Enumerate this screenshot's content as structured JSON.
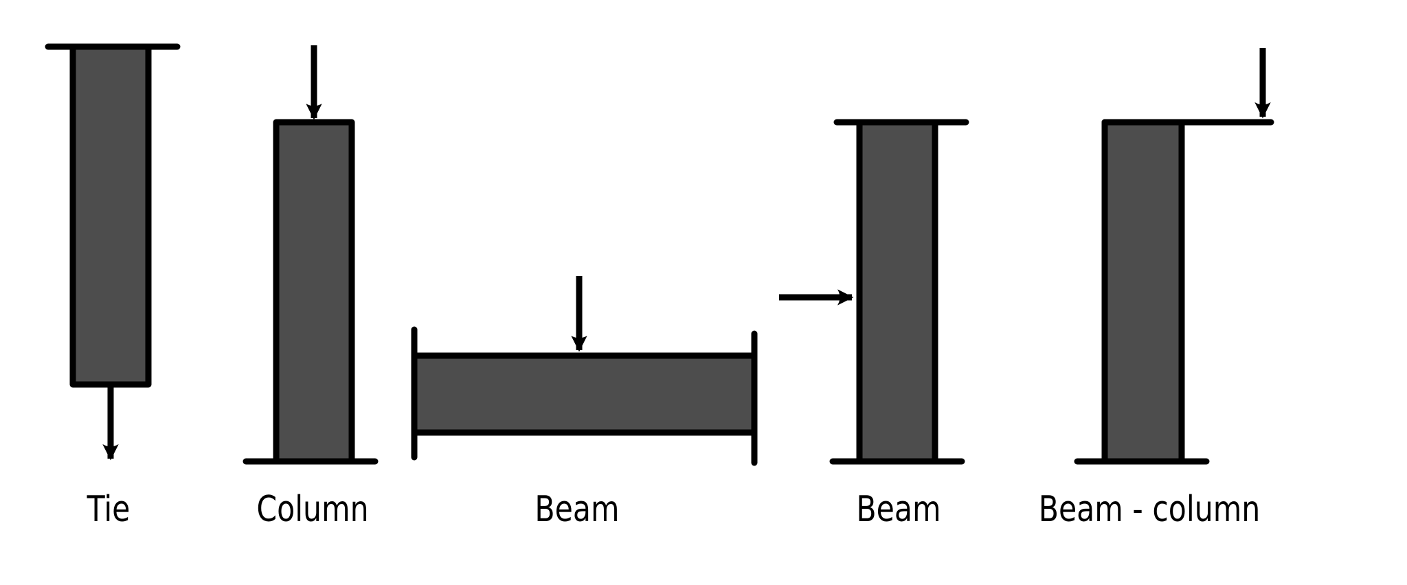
{
  "members": [
    {
      "id": "tie",
      "label": "Tie"
    },
    {
      "id": "column",
      "label": "Column"
    },
    {
      "id": "beam-horizontal",
      "label": "Beam"
    },
    {
      "id": "beam-vertical",
      "label": "Beam"
    },
    {
      "id": "beam-column",
      "label": "Beam - column"
    }
  ],
  "colors": {
    "member_fill": "#4d4d4d",
    "stroke": "#000000",
    "background": "#ffffff"
  }
}
